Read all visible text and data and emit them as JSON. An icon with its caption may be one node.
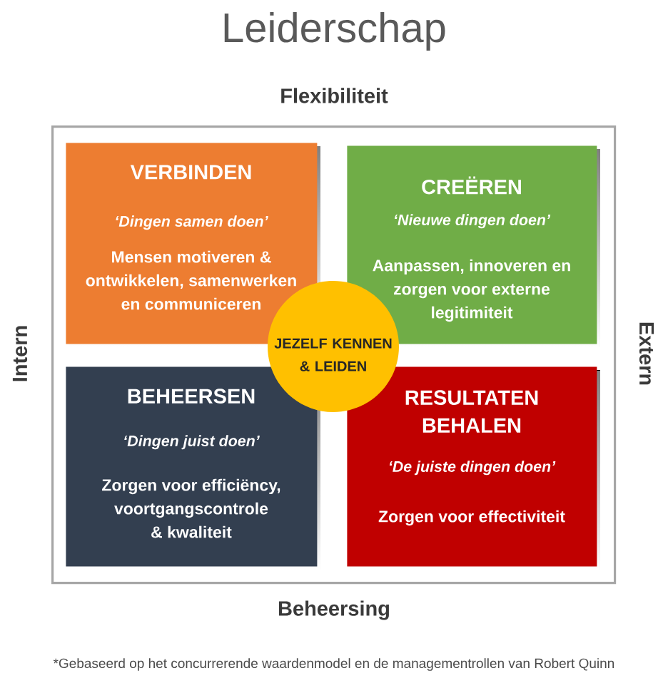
{
  "diagram": {
    "title": "Leiderschap",
    "nodes": [
      {
        "text": [],
        "shape": "box"
      },
      {
        "text": [
          "VERBINDEN",
          "‘Dingen samen doen’",
          "Mensen motiveren & ontwikkelen, samenwerken en communiceren"
        ],
        "in": 0
      },
      {
        "text": [
          "CREËREN",
          "‘Nieuwe dingen doen’",
          "Aanpassen, innoveren en zorgen voor externe legitimiteit"
        ],
        "in": 0
      },
      {
        "text": [
          "JEZELF KENNEN & LEIDEN"
        ],
        "in": 0
      },
      {
        "text": [
          "BEHEERSEN",
          "‘Dingen juist doen’",
          "Zorgen voor efficiëncy, voortgangscontrole & kwaliteit"
        ],
        "in": 0
      },
      {
        "text": [
          "RESULTATEN BEHALEN",
          "‘De juiste dingen doen’",
          "Zorgen voor effectiviteit"
        ],
        "in": 0
      }
    ],
    "labels": [
      "Flexibiliteit",
      "Intern",
      "Extern",
      "Beheersing",
      "*Gebaseerd op het concurrerende waardenmodel en de managementrollen van Robert Quinn"
    ]
  }
}
